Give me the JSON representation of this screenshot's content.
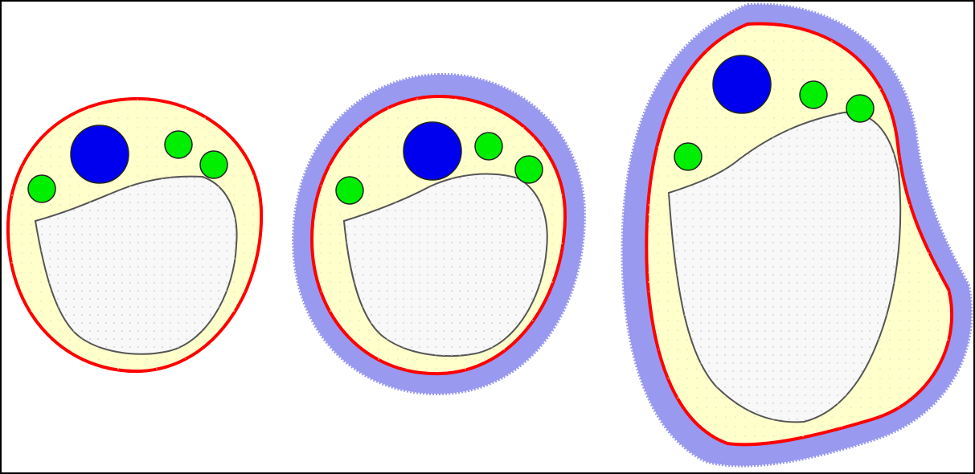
{
  "colors": {
    "background": "#ffffff",
    "frame": "#000000",
    "sheath": "#9999f0",
    "boundary": "#ff0000",
    "tissue": "#ffffcc",
    "cavity": "#f8f8f8",
    "cavity_outline": "#555555",
    "large_bundle": "#0000ee",
    "small_bundle": "#00ee00",
    "bundle_outline": "#222222"
  },
  "figures": [
    {
      "id": "stage-1",
      "has_sheath": false
    },
    {
      "id": "stage-2",
      "has_sheath": true
    },
    {
      "id": "stage-3",
      "has_sheath": true
    }
  ]
}
